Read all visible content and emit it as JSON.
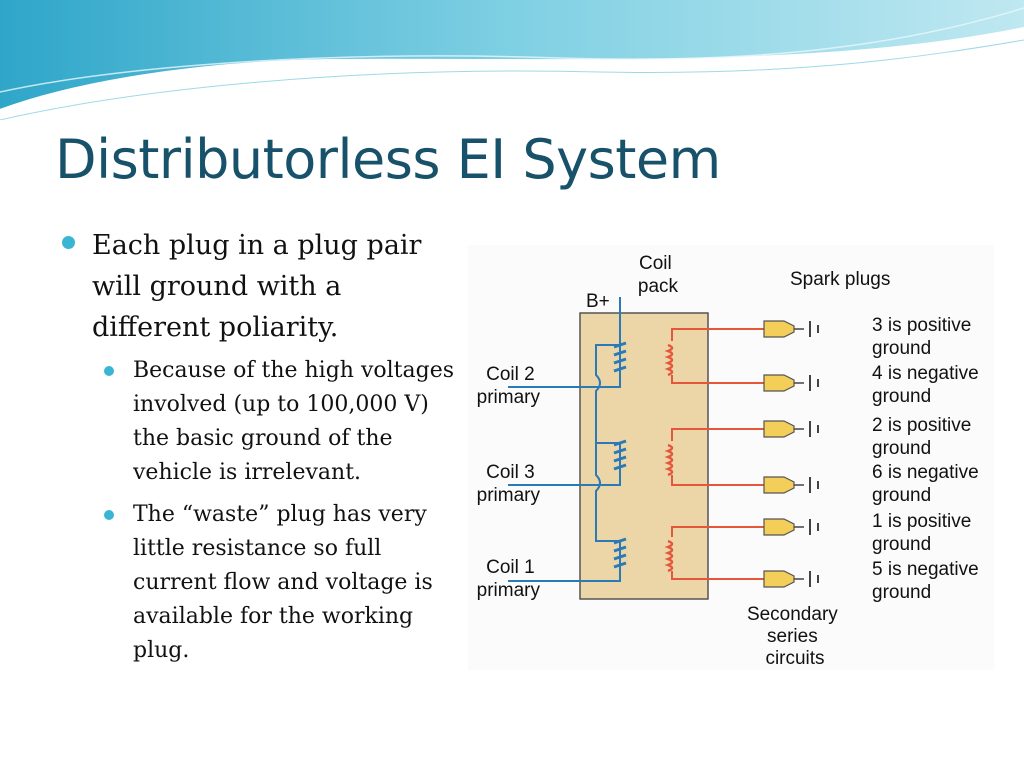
{
  "slide": {
    "title": "Distributorless EI System",
    "bullet_main": "Each plug in a plug pair will ground with a different poliarity.",
    "sub_bullets": [
      "Because of the high voltages involved (up to 100,000 V) the basic ground of the vehicle is irrelevant.",
      "The “waste” plug has very little resistance so full current flow and voltage is available for the working plug."
    ]
  },
  "diagram": {
    "coil_pack": [
      "Coil",
      "pack"
    ],
    "bplus": "B+",
    "spark_plugs": "Spark plugs",
    "primaries": [
      [
        "Coil 2",
        "primary"
      ],
      [
        "Coil 3",
        "primary"
      ],
      [
        "Coil 1",
        "primary"
      ]
    ],
    "grounds": [
      [
        "3 is positive",
        "ground"
      ],
      [
        "4 is negative",
        "ground"
      ],
      [
        "2 is positive",
        "ground"
      ],
      [
        "6 is negative",
        "ground"
      ],
      [
        "1 is positive",
        "ground"
      ],
      [
        "5 is negative",
        "ground"
      ]
    ],
    "secondary": [
      "Secondary",
      "series",
      "circuits"
    ]
  },
  "colors": {
    "title": "#17526a",
    "bullet": "#39b6d4",
    "primary_wire": "#2a7ab8",
    "secondary_wire": "#e4573a",
    "coil_pack_fill": "#ecd6a8"
  }
}
